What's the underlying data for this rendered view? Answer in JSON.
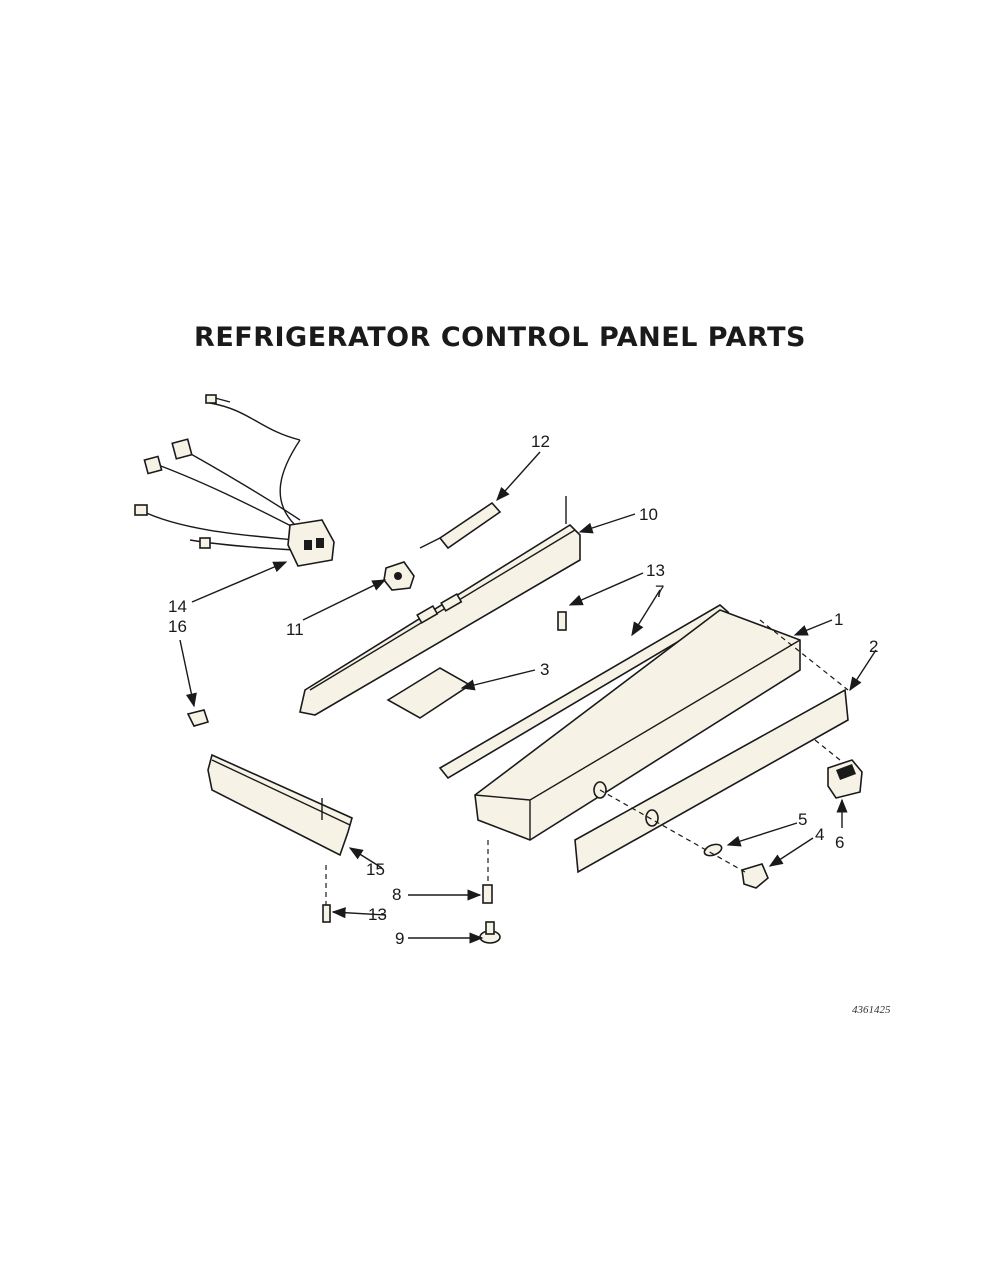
{
  "title": "REFRIGERATOR CONTROL PANEL PARTS",
  "document_number": "4361425",
  "callouts": {
    "c1": "1",
    "c2": "2",
    "c3": "3",
    "c4": "4",
    "c5": "5",
    "c6": "6",
    "c7": "7",
    "c8": "8",
    "c9": "9",
    "c10": "10",
    "c11": "11",
    "c12": "12",
    "c13a": "13",
    "c13b": "13",
    "c14": "14",
    "c15": "15",
    "c16": "16"
  }
}
